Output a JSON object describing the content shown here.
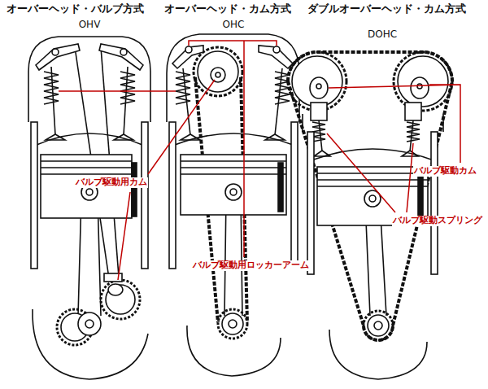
{
  "diagram": {
    "labels": [
      "オーバーヘッド・バルブ方式",
      "OHV",
      "オーバーヘッド・カム方式",
      "OHC",
      "ダブルオーバーヘッド・カム方式",
      "DOHC",
      "バルブ駆動用カム",
      "バルブ駆動用ロッカーアーム",
      "バルブ駆動カム",
      "バルブ駆動スプリング"
    ]
  }
}
